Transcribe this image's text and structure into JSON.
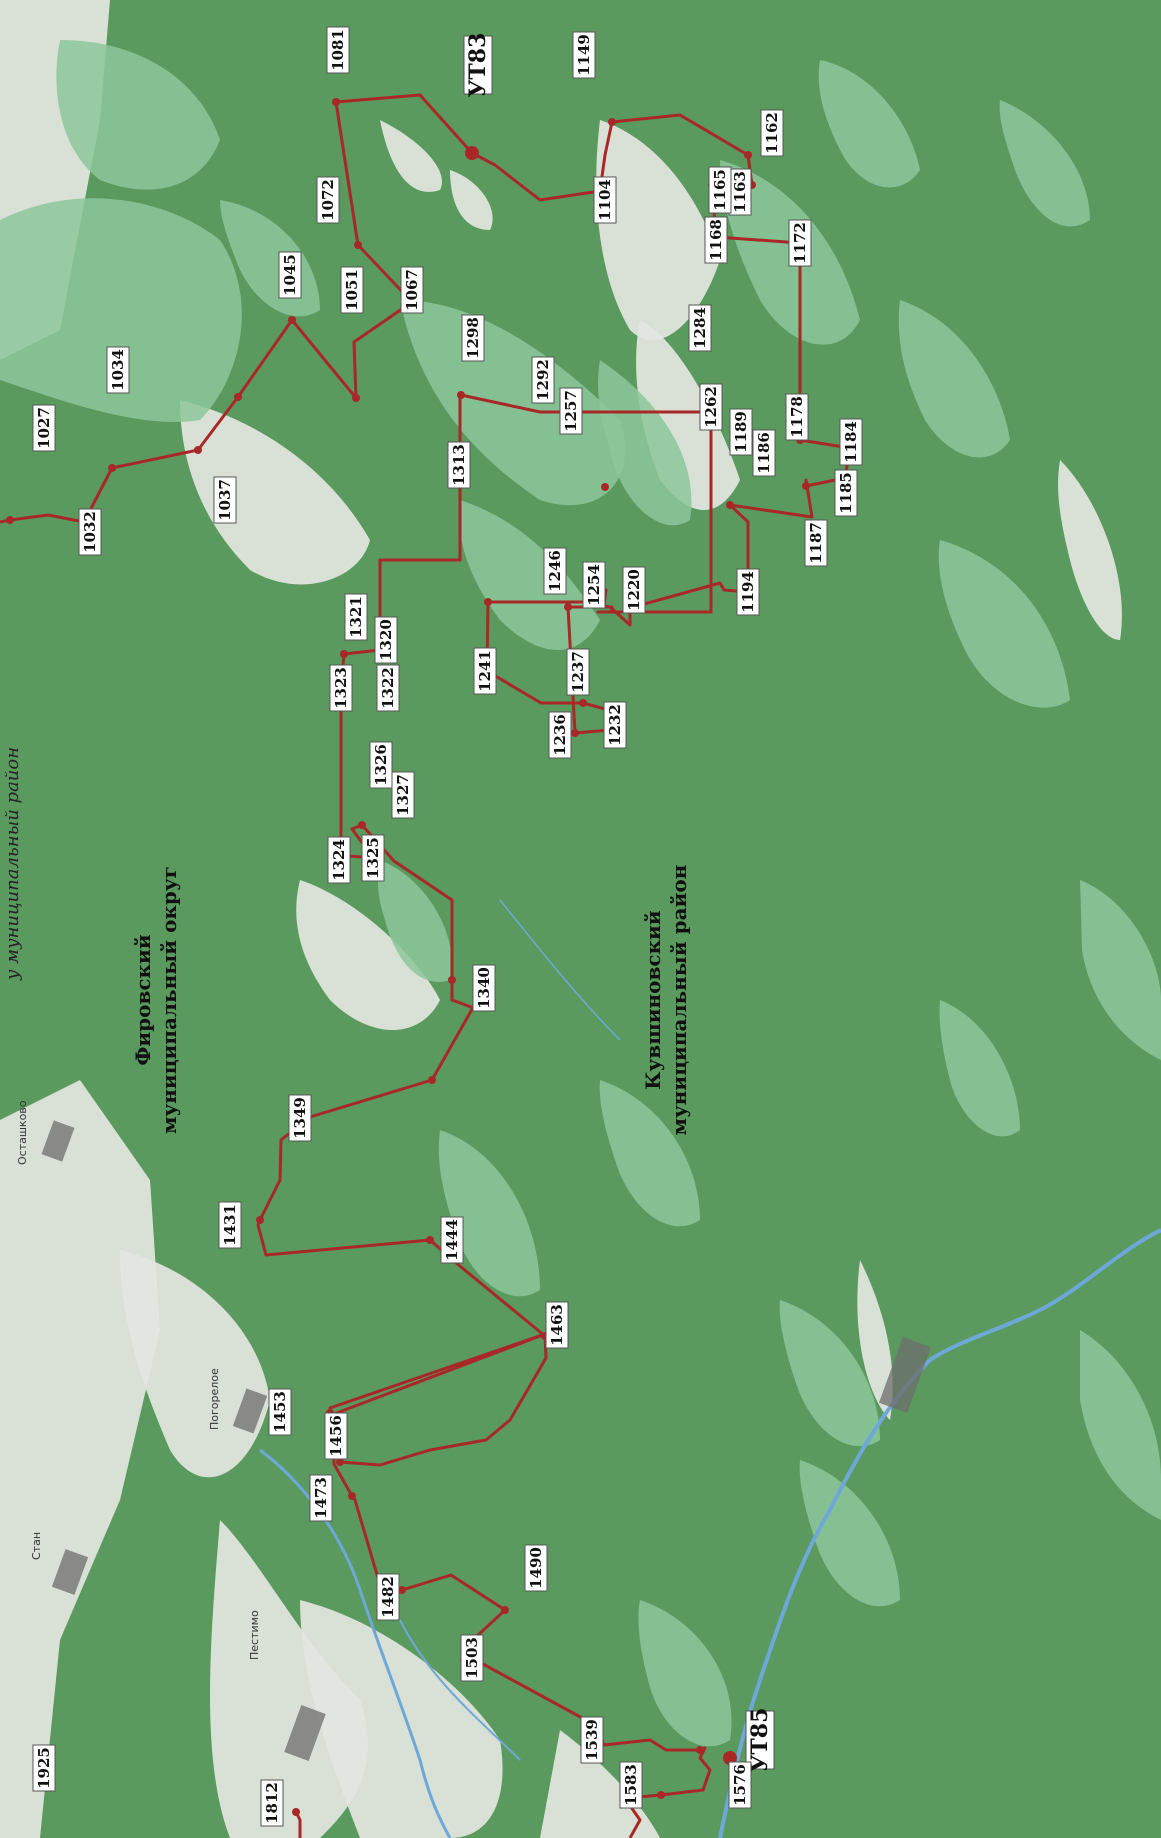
{
  "colors": {
    "base": "#5a9a5e",
    "forest_light": "#8cc79a",
    "clearing": "#e4e6e1",
    "water": "#6fa8d8",
    "boundary": "#a82828",
    "label_bg": "#ffffff"
  },
  "header_fragment": "у муниципальный район",
  "regions": [
    {
      "id": "firovsky",
      "lines": [
        "Фировский",
        "муниципальный округ"
      ]
    },
    {
      "id": "kuvshinovsky",
      "lines": [
        "Кувшиновский",
        "муниципальный район"
      ]
    }
  ],
  "places": [
    "Погорелое",
    "Стан",
    "Осташково",
    "Пестимо"
  ],
  "points": [
    "1027",
    "1032",
    "1034",
    "1037",
    "1045",
    "1051",
    "1072",
    "1067",
    "1081",
    "УТ83",
    "1149",
    "1104",
    "1162",
    "1163",
    "1165",
    "1168",
    "1172",
    "1298",
    "1292",
    "1284",
    "1257",
    "1262",
    "1313",
    "1189",
    "1178",
    "1186",
    "1184",
    "1185",
    "1187",
    "1194",
    "1246",
    "1254",
    "1220",
    "1321",
    "1320",
    "1323",
    "1322",
    "1241",
    "1237",
    "1236",
    "1232",
    "1326",
    "1327",
    "1324",
    "1325",
    "1340",
    "1349",
    "1431",
    "1444",
    "1463",
    "1453",
    "1456",
    "1473",
    "1482",
    "1490",
    "1503",
    "1539",
    "УТ85",
    "1576",
    "1583",
    "1925",
    "1812"
  ]
}
